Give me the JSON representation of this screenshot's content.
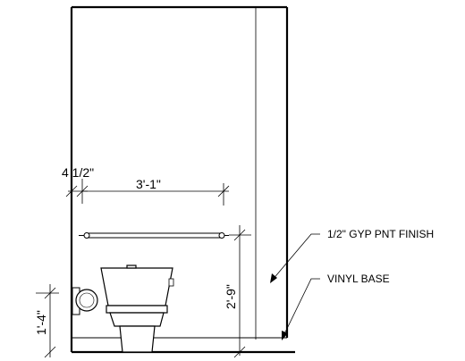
{
  "dimensions": {
    "offset_from_wall": "4 1/2\"",
    "grab_bar_length": "3'-1\"",
    "grab_bar_height": "2'-9\"",
    "paper_holder_height": "1'-4\""
  },
  "callouts": {
    "wall_finish": "1/2\" GYP PNT FINISH",
    "base": "VINYL BASE"
  }
}
